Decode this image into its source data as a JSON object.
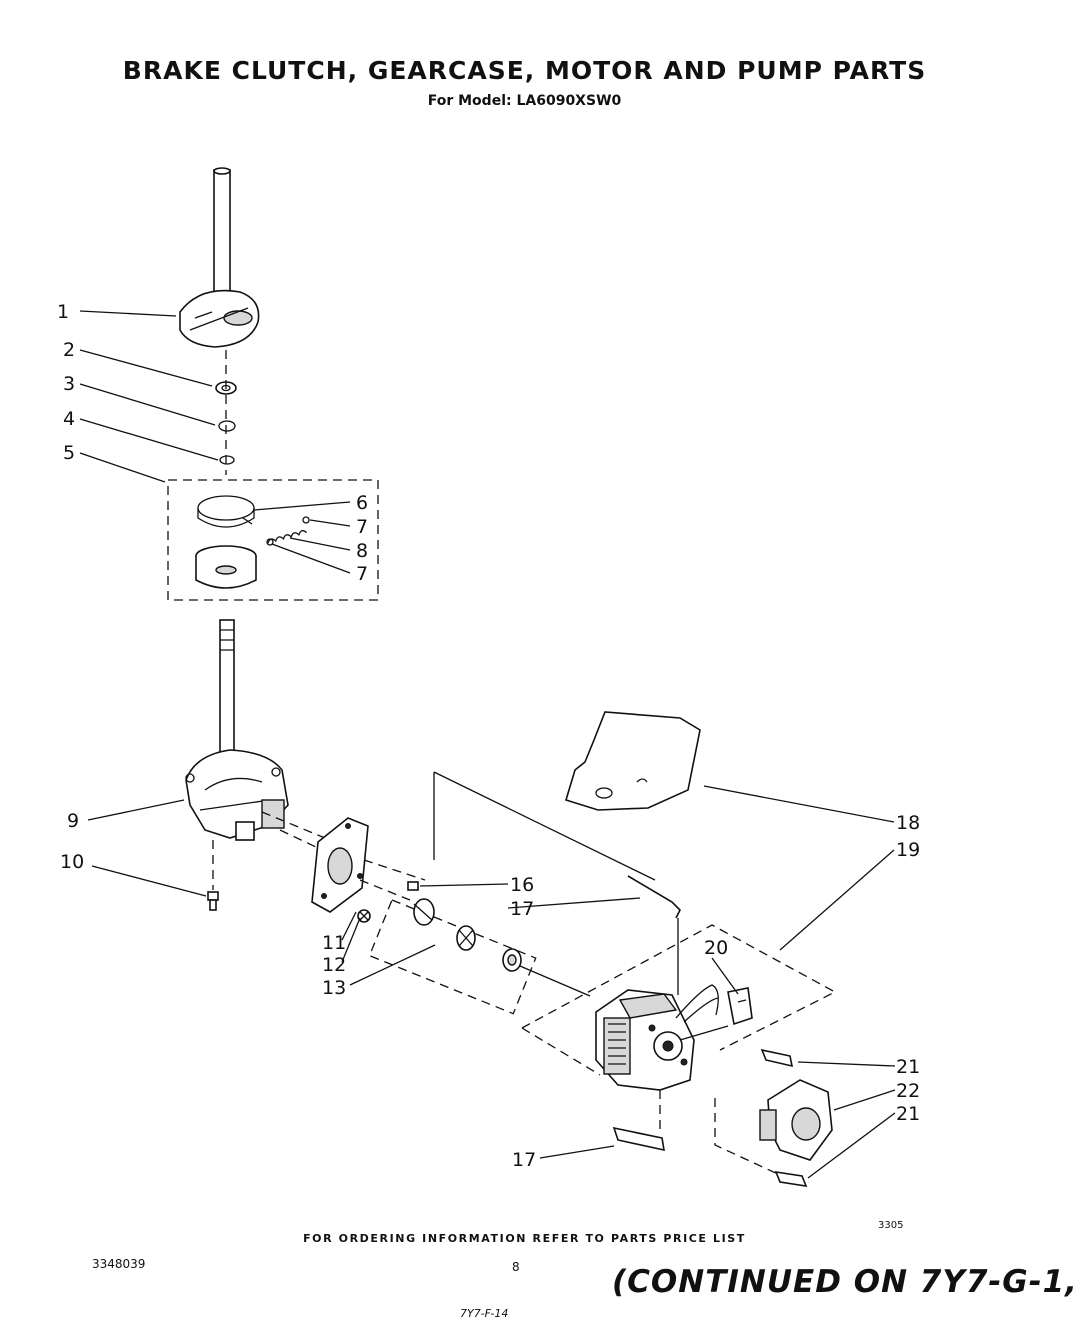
{
  "header": {
    "title": "BRAKE  CLUTCH, GEARCASE, MOTOR AND PUMP PARTS",
    "subtitle": "For Model: LA6090XSW0"
  },
  "callouts": {
    "c1": "1",
    "c2": "2",
    "c3": "3",
    "c4": "4",
    "c5": "5",
    "c6": "6",
    "c7a": "7",
    "c8": "8",
    "c7b": "7",
    "c9": "9",
    "c10": "10",
    "c11": "11",
    "c12": "12",
    "c13": "13",
    "c16": "16",
    "c17a": "17",
    "c17b": "17",
    "c18": "18",
    "c19": "19",
    "c20": "20",
    "c21a": "21",
    "c22": "22",
    "c21b": "21"
  },
  "footer": {
    "ordering_note": "FOR ORDERING INFORMATION REFER TO PARTS PRICE LIST",
    "doc_number": "3348039",
    "page_number": "8",
    "figure_code": "3305",
    "continued": "(CONTINUED ON 7Y7-G-1,",
    "handwritten_code": "7Y7-F-14"
  }
}
